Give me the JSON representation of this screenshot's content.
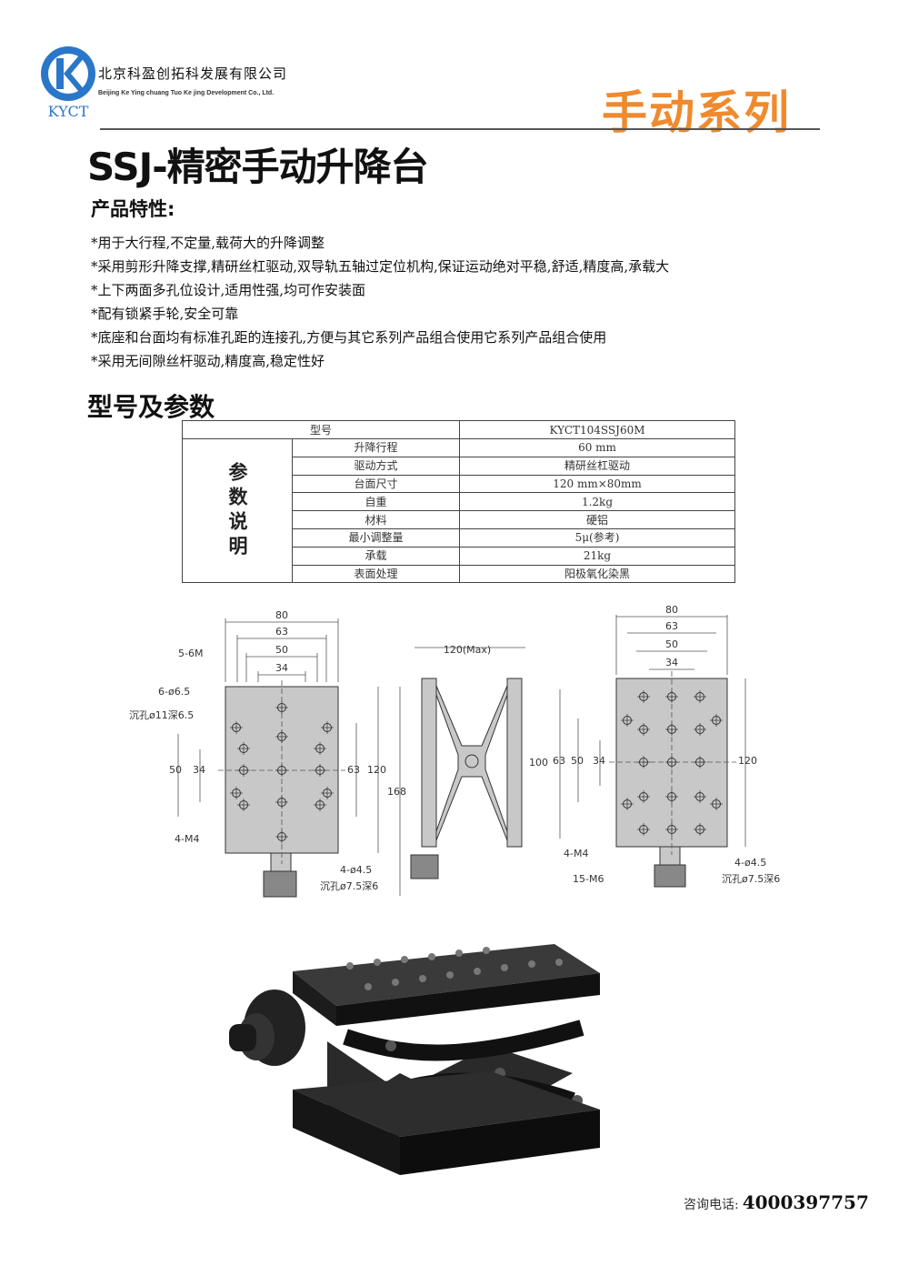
{
  "header": {
    "logo_text": "KYCT",
    "company_cn": "北京科盈创拓科发展有限公司",
    "company_en": "Beijing Ke Ying chuang Tuo Ke jing Development Co., Ltd.",
    "series": "手动系列"
  },
  "title": "SSJ-精密手动升降台",
  "features": {
    "heading": "产品特性:",
    "items": [
      "*用于大行程,不定量,载荷大的升降调整",
      "*采用剪形升降支撑,精研丝杠驱动,双导轨五轴过定位机构,保证运动绝对平稳,舒适,精度高,承载大",
      "*上下两面多孔位设计,适用性强,均可作安装面",
      "*配有锁紧手轮,安全可靠",
      "*底座和台面均有标准孔距的连接孔,方便与其它系列产品组合使用它系列产品组合使用",
      "*采用无间隙丝杆驱动,精度高,稳定性好"
    ]
  },
  "specs": {
    "heading": "型号及参数",
    "model_label": "型号",
    "model_value": "KYCT104SSJ60M",
    "side_label": "参数说明",
    "rows": [
      {
        "label": "升降行程",
        "value": "60 mm"
      },
      {
        "label": "驱动方式",
        "value": "精研丝杠驱动"
      },
      {
        "label": "台面尺寸",
        "value": "120 mm×80mm"
      },
      {
        "label": "自重",
        "value": "1.2kg"
      },
      {
        "label": "材料",
        "value": "硬铝"
      },
      {
        "label": "最小调整量",
        "value": "5μ(参考)"
      },
      {
        "label": "承载",
        "value": "21kg"
      },
      {
        "label": "表面处理",
        "value": "阳极氧化染黑"
      }
    ]
  },
  "drawing": {
    "left": {
      "w80": "80",
      "w63": "63",
      "w50": "50",
      "w34": "34",
      "h50": "50",
      "h34": "34",
      "h63": "63",
      "h120": "120",
      "h168": "168",
      "n1": "5-6M",
      "n2": "6-ø6.5",
      "n3": "沉孔ø11深6.5",
      "n4": "4-M4",
      "n5": "4-ø4.5",
      "n6": "沉孔ø7.5深6"
    },
    "middle": {
      "w": "120(Max)",
      "h": "100"
    },
    "right": {
      "w80": "80",
      "w63": "63",
      "w50": "50",
      "w34": "34",
      "h63": "63",
      "h50": "50",
      "h34": "34",
      "h120": "120",
      "n1": "4-M4",
      "n2": "15-M6",
      "n3": "4-ø4.5",
      "n4": "沉孔ø7.5深6"
    }
  },
  "contact": {
    "label": "咨询电话:",
    "phone": "4000397757"
  }
}
